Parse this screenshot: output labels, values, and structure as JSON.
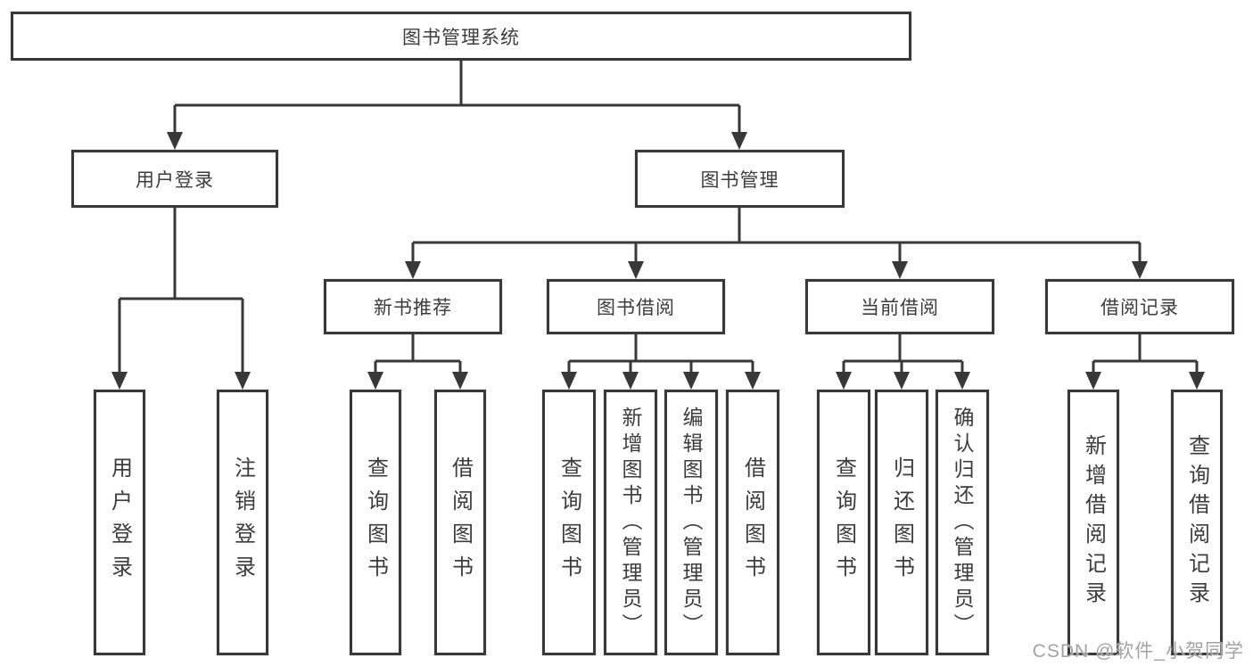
{
  "diagram": {
    "root": {
      "label": "图书管理系统"
    },
    "branches": [
      {
        "label": "用户登录",
        "children": [
          {
            "label": "用户登录"
          },
          {
            "label": "注销登录"
          }
        ]
      },
      {
        "label": "图书管理",
        "children": [
          {
            "label": "新书推荐",
            "children": [
              {
                "label": "查询图书"
              },
              {
                "label": "借阅图书"
              }
            ]
          },
          {
            "label": "图书借阅",
            "children": [
              {
                "label": "查询图书"
              },
              {
                "label": "新增图书（管理员）"
              },
              {
                "label": "编辑图书（管理员）"
              },
              {
                "label": "借阅图书"
              }
            ]
          },
          {
            "label": "当前借阅",
            "children": [
              {
                "label": "查询图书"
              },
              {
                "label": "归还图书"
              },
              {
                "label": "确认归还（管理员）"
              }
            ]
          },
          {
            "label": "借阅记录",
            "children": [
              {
                "label": "新增借阅记录"
              },
              {
                "label": "查询借阅记录"
              }
            ]
          }
        ]
      }
    ]
  },
  "watermark": "CSDN @软件_小贺同学",
  "colors": {
    "line": "#383838",
    "text": "#3c3c3c",
    "background": "#ffffff",
    "watermark": "#a3a3a3"
  }
}
